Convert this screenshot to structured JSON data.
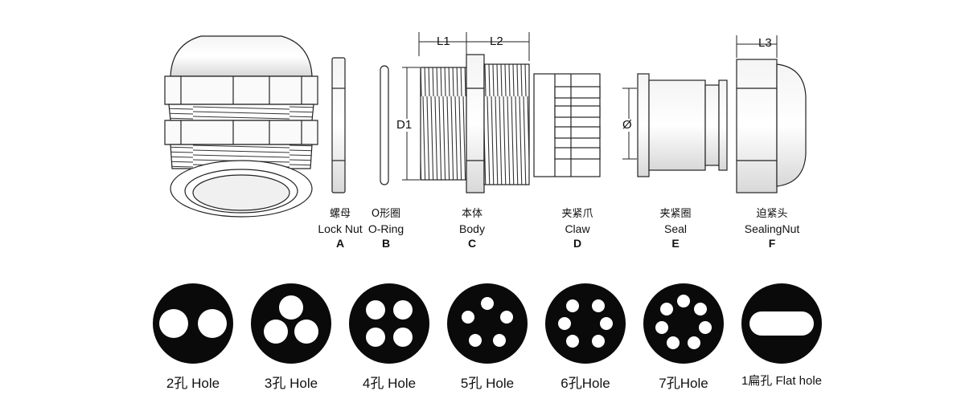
{
  "parts": [
    {
      "cn": "螺母",
      "en": "Lock Nut",
      "letter": "A"
    },
    {
      "cn": "O形圈",
      "en": "O-Ring",
      "letter": "B"
    },
    {
      "cn": "本体",
      "en": "Body",
      "letter": "C"
    },
    {
      "cn": "夹紧爪",
      "en": "Claw",
      "letter": "D"
    },
    {
      "cn": "夹紧圈",
      "en": "Seal",
      "letter": "E"
    },
    {
      "cn": "迫紧头",
      "en": "SealingNut",
      "letter": "F"
    }
  ],
  "dimensions": {
    "l1": "L1",
    "l2": "L2",
    "l3": "L3",
    "d1": "D1",
    "dia": "Ø"
  },
  "holes": [
    {
      "label": "2孔 Hole",
      "count": 2
    },
    {
      "label": "3孔 Hole",
      "count": 3
    },
    {
      "label": "4孔 Hole",
      "count": 4
    },
    {
      "label": "5孔 Hole",
      "count": 5
    },
    {
      "label": "6孔Hole",
      "count": 6
    },
    {
      "label": "7孔Hole",
      "count": 7
    },
    {
      "label": "1扁孔 Flat hole",
      "count": 1
    }
  ]
}
